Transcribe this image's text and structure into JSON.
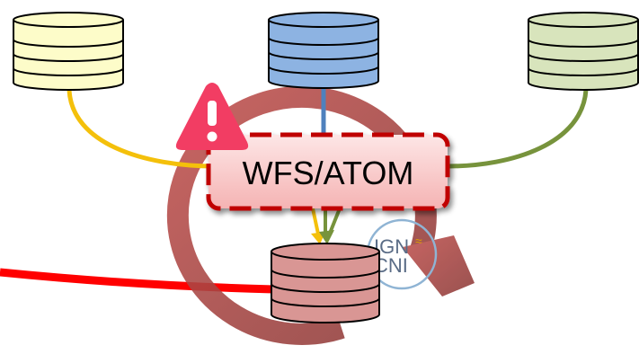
{
  "service": {
    "label": "WFS/ATOM"
  },
  "logo": {
    "line1": "IGN",
    "line2": "CNI"
  },
  "icons": {
    "warning": "warning-icon",
    "sync": "sync-cycle-icon",
    "logo": "ign-cnig-logo"
  },
  "colors": {
    "db_left": "#fdfcc9",
    "db_center": "#8db3e2",
    "db_right": "#d8e4bc",
    "db_bottom": "#d99694",
    "link_left": "#f4c00b",
    "link_center": "#4f81bd",
    "link_right": "#77933c",
    "link_external": "#ff0000",
    "cycle": "#a24744",
    "service_fill": "#f8c9c9",
    "service_border": "#c00000",
    "warning": "#f23d63"
  }
}
